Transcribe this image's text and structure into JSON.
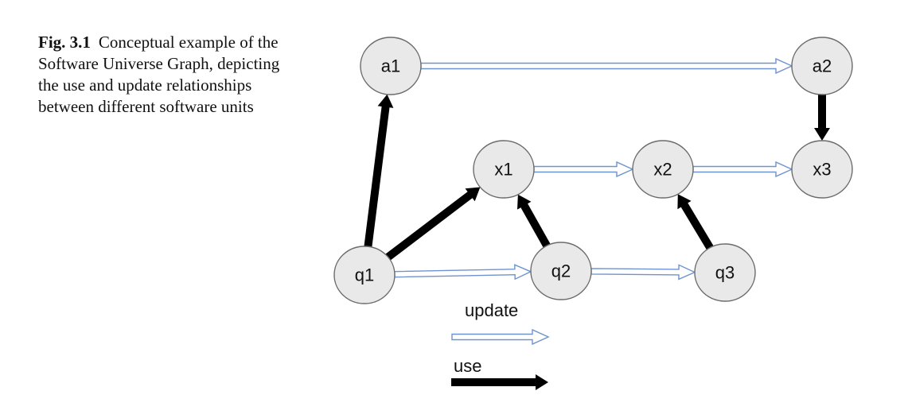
{
  "caption": {
    "figure_number": "Fig. 3.1",
    "text": "Conceptual example of the Software Universe Graph, depicting the use and update relationships between different software units"
  },
  "nodes": [
    {
      "id": "a1",
      "label": "a1"
    },
    {
      "id": "a2",
      "label": "a2"
    },
    {
      "id": "x1",
      "label": "x1"
    },
    {
      "id": "x2",
      "label": "x2"
    },
    {
      "id": "x3",
      "label": "x3"
    },
    {
      "id": "q1",
      "label": "q1"
    },
    {
      "id": "q2",
      "label": "q2"
    },
    {
      "id": "q3",
      "label": "q3"
    }
  ],
  "edges": [
    {
      "from": "a1",
      "to": "a2",
      "type": "update"
    },
    {
      "from": "x1",
      "to": "x2",
      "type": "update"
    },
    {
      "from": "x2",
      "to": "x3",
      "type": "update"
    },
    {
      "from": "q1",
      "to": "q2",
      "type": "update"
    },
    {
      "from": "q2",
      "to": "q3",
      "type": "update"
    },
    {
      "from": "q1",
      "to": "a1",
      "type": "use"
    },
    {
      "from": "q1",
      "to": "x1",
      "type": "use"
    },
    {
      "from": "q2",
      "to": "x1",
      "type": "use"
    },
    {
      "from": "q3",
      "to": "x2",
      "type": "use"
    },
    {
      "from": "a2",
      "to": "x3",
      "type": "use"
    }
  ],
  "legend": {
    "update_label": "update",
    "use_label": "use"
  },
  "colors": {
    "update_stroke": "#6f93cf",
    "use_fill": "#000000",
    "node_fill": "#e9e9e9",
    "node_stroke": "#6b6b6b"
  }
}
